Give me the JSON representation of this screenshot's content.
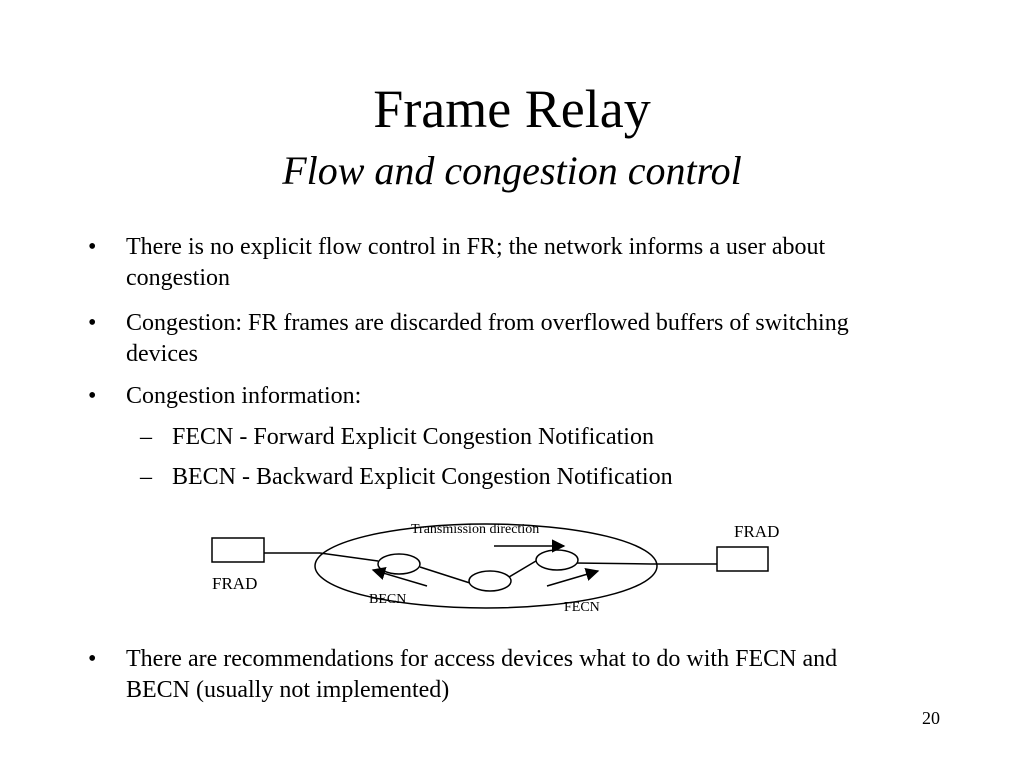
{
  "slide": {
    "title": "Frame Relay",
    "subtitle": "Flow and congestion control",
    "page_number": "20"
  },
  "bullets": [
    {
      "marker": "•",
      "text": "There is no explicit flow control in FR; the network informs a user about congestion"
    },
    {
      "marker": "•",
      "text": "Congestion: FR frames are discarded from overflowed buffers of switching devices"
    },
    {
      "marker": "•",
      "text": "Congestion information:"
    },
    {
      "marker": "–",
      "text": "FECN - Forward Explicit Congestion Notification"
    },
    {
      "marker": "–",
      "text": "BECN - Backward Explicit Congestion Notification"
    },
    {
      "marker": "•",
      "text": "There are recommendations for access devices what to do with FECN and BECN (usually not implemented)"
    }
  ],
  "diagram": {
    "transmission_label": "Transmission direction",
    "frad_left_label": "FRAD",
    "frad_right_label": "FRAD",
    "becn_label": "BECN",
    "fecn_label": "FECN"
  }
}
